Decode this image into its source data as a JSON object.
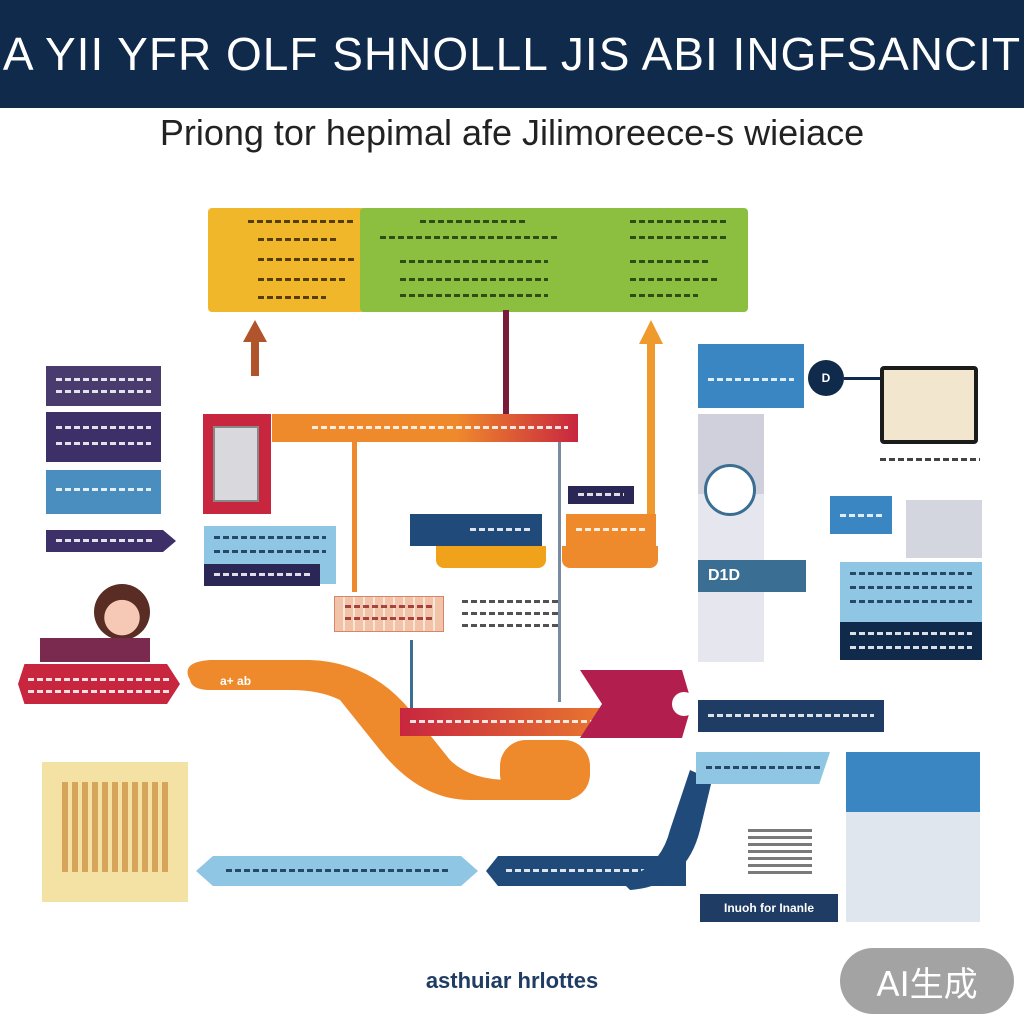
{
  "header": {
    "title": "A YII YFR OLF SHNOLLL JIS ABI INGFSANCIT",
    "subtitle": "Priong tor hepimal afe Jilimoreece-s wieiace"
  },
  "nodes": {
    "iconbox_d": "D",
    "label_d10": "D1D",
    "bottom_right_label": "Inuoh for Inanle",
    "left_pill": "a+ ab"
  },
  "footer": {
    "caption": "asthuiar hrlottes"
  },
  "watermark": {
    "label": "AI生成"
  },
  "colors": {
    "navy": "#0f2a4a",
    "yellow": "#f0b72a",
    "green": "#8cbf3f",
    "orange": "#ef8a2c",
    "crimson": "#c8263f",
    "purple": "#4a3b6e",
    "lightblue": "#8ec6e4",
    "steel": "#2e6fa3"
  }
}
